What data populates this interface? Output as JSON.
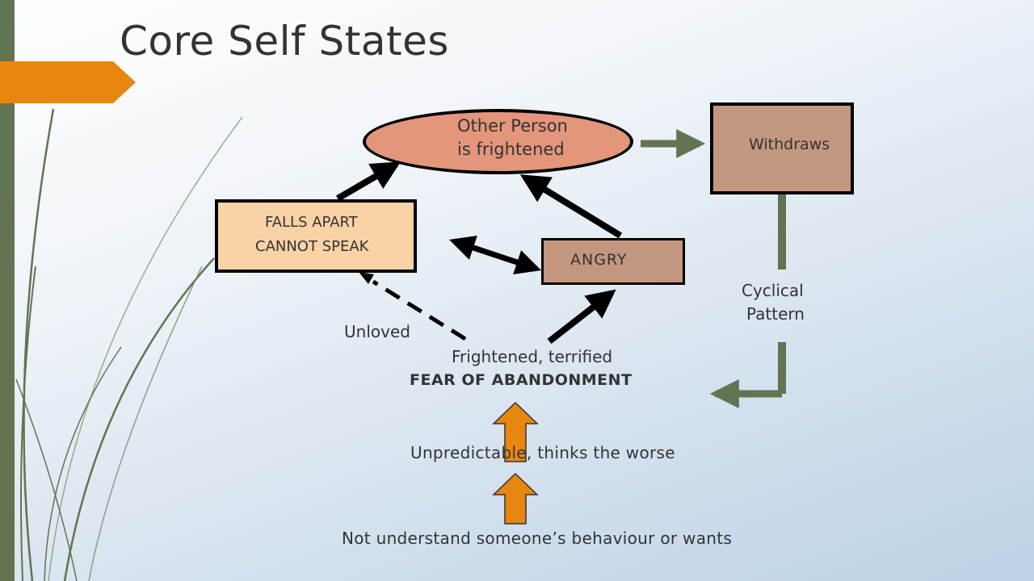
{
  "slide": {
    "title": "Core Self States"
  },
  "nodes": {
    "other_person_line1": "Other Person",
    "other_person_line2": "is frightened",
    "falls_apart_line1": "FALLS APART",
    "falls_apart_line2": "CANNOT SPEAK",
    "angry": "ANGRY",
    "withdraws": "Withdraws"
  },
  "labels": {
    "cyclical_line1": "Cyclical",
    "cyclical_line2": "Pattern",
    "unloved": "Unloved",
    "frightened": "Frightened, terrified",
    "fear": "FEAR OF ABANDONMENT",
    "unpredictable": "Unpredictable, thinks the worse",
    "not_understand": "Not understand someone’s behaviour or wants"
  },
  "colors": {
    "accent_green": "#627451",
    "accent_orange": "#e8870f",
    "ellipse_fill": "#e3967b",
    "falls_apart_fill": "#f9d2a6",
    "angry_fill": "#c3977f",
    "withdraws_fill": "#c3977f"
  }
}
